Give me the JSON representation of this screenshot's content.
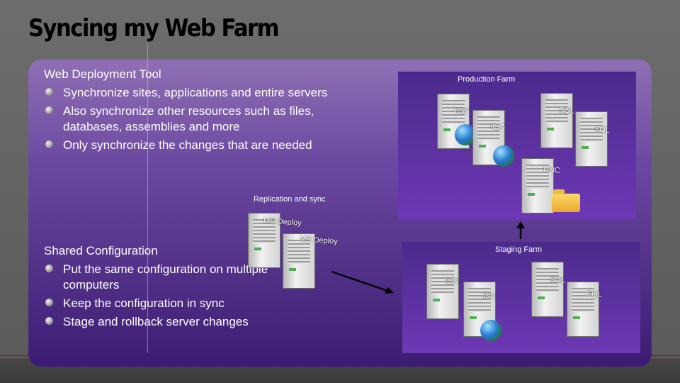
{
  "slide": {
    "title": "Syncing my Web Farm",
    "section1": {
      "heading": "Web Deployment Tool",
      "bullets": [
        "Synchronize sites, applications and entire servers",
        "Also synchronize other resources such as files, databases, assemblies and more",
        "Only synchronize the changes that are needed"
      ]
    },
    "section2": {
      "heading": "Shared Configuration",
      "bullets": [
        "Put the same configuration on multiple computers",
        "Keep the configuration in sync",
        "Stage and rollback server changes"
      ]
    }
  },
  "diagram": {
    "production_farm": {
      "label": "Production Farm",
      "servers": [
        "IIS7",
        "IIS7",
        "SQL",
        "SQL",
        "UNC"
      ]
    },
    "staging_farm": {
      "label": "Staging Farm",
      "servers": [
        "IIS7",
        "IIS7",
        "SQL",
        "SQL"
      ]
    },
    "replication": {
      "label": "Replication and sync",
      "servers": [
        "MS Deploy",
        "MS Deploy"
      ]
    },
    "colors": {
      "panel_top": "#8f6fb4",
      "panel_bottom": "#3c1c72",
      "farm_bg": "#6d38b4",
      "accent_line": "#b0405e"
    }
  }
}
